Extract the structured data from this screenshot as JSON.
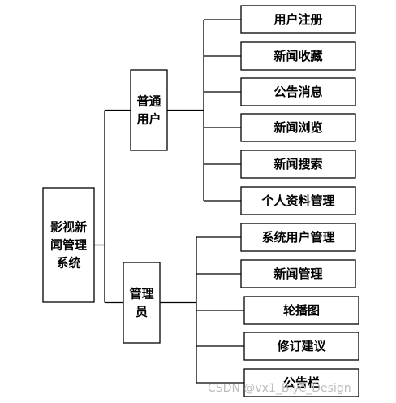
{
  "root": {
    "lines": [
      "影视新",
      "闻管理",
      "系统"
    ]
  },
  "groups": [
    {
      "lines": [
        "普通",
        "用户"
      ],
      "items": [
        "用户注册",
        "新闻收藏",
        "公告消息",
        "新闻浏览",
        "新闻搜索",
        "个人资料管理"
      ]
    },
    {
      "lines": [
        "管理",
        "员"
      ],
      "items": [
        "系统用户管理",
        "新闻管理",
        "轮播图",
        "修订建议",
        "公告栏"
      ]
    }
  ],
  "watermark": "CSDN @vx1_Biye_Design"
}
